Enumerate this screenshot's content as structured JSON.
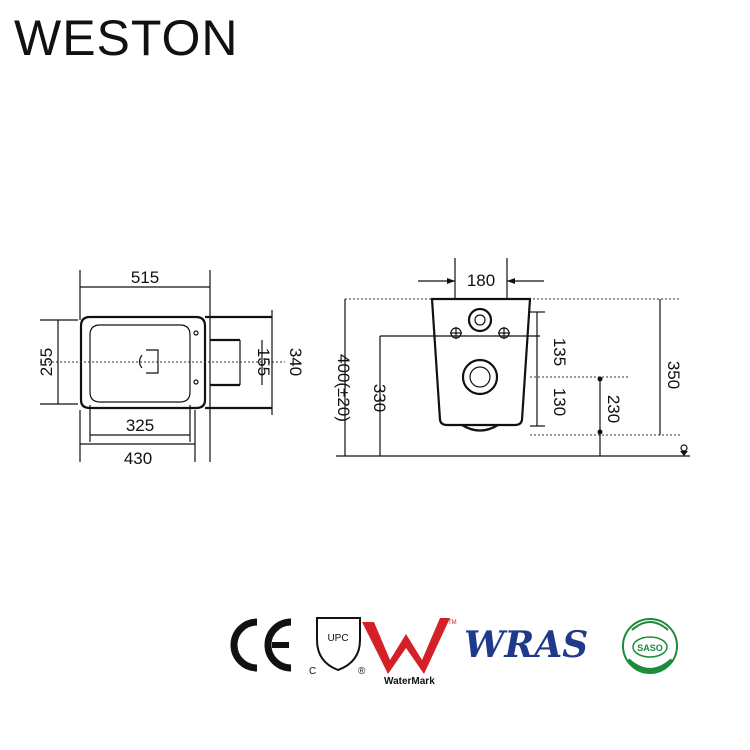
{
  "brand": {
    "name": "WESTON"
  },
  "plan_view": {
    "dims": {
      "overall_length": "515",
      "inner_length": "325",
      "outer_length": "430",
      "width_left": "255",
      "width_inner": "155",
      "width_outer": "340"
    }
  },
  "front_view": {
    "dims": {
      "top_width": "180",
      "inlet_spacing": "135",
      "outlet_spacing": "130",
      "height_total": "350",
      "height_floor": "330",
      "height_install": "400(±20)",
      "outlet_height": "230"
    }
  },
  "certifications": {
    "ce": "CE",
    "upc": "UPC",
    "upc_c": "C",
    "upc_r": "®",
    "watermark": "WaterMark",
    "watermark_tm": "TM",
    "wras": "WRAS",
    "saso": "SASO"
  },
  "colors": {
    "ink": "#111111",
    "watermark_red": "#d42027",
    "wras_blue": "#1f3a8a",
    "saso_green": "#1e8a3c"
  }
}
